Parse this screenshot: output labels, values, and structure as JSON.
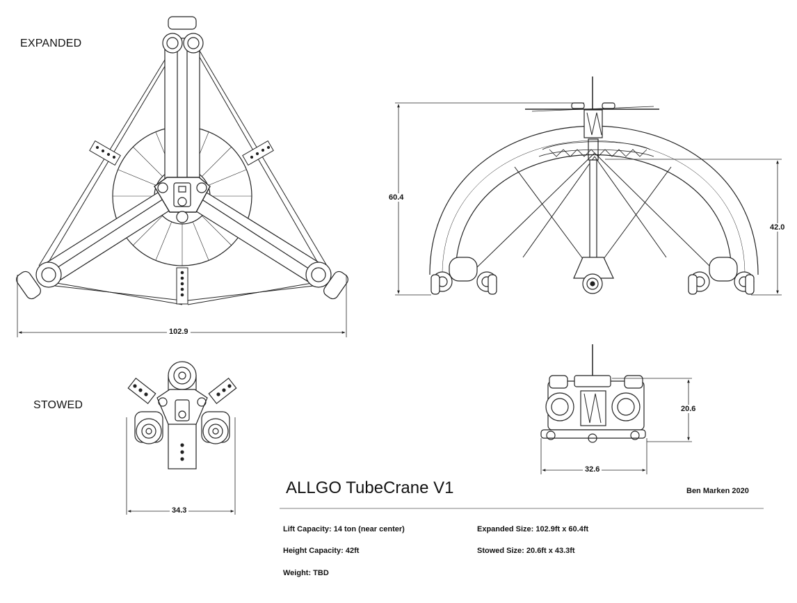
{
  "labels": {
    "expanded": "EXPANDED",
    "stowed": "STOWED"
  },
  "dimensions": {
    "expanded_width": "102.9",
    "expanded_height": "60.4",
    "arch_height": "42.0",
    "stowed_width": "34.3",
    "stowed_side_width": "32.6",
    "stowed_height": "20.6"
  },
  "title_block": {
    "title": "ALLGO TubeCrane V1",
    "author": "Ben Marken 2020",
    "specs": {
      "lift_capacity": "Lift Capacity: 14 ton (near center)",
      "height_capacity": "Height Capacity: 42ft",
      "weight": "Weight: TBD",
      "expanded_size": "Expanded Size: 102.9ft x 60.4ft",
      "stowed_size": "Stowed Size: 20.6ft x 43.3ft"
    }
  }
}
